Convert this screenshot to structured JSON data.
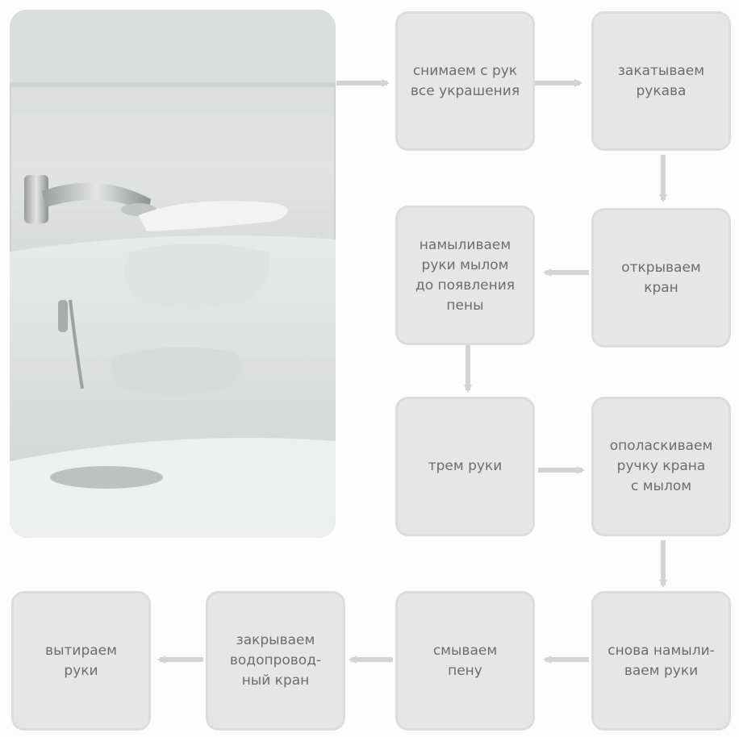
{
  "steps": [
    "снимаем с рук\nвсе украшения",
    "закатываем\nрукава",
    "открываем\nкран",
    "намыливаем\nруки мылом\nдо появления\nпены",
    "трем руки",
    "ополаскиваем\nручку крана\nс мылом",
    "снова намыли-\nваем руки",
    "смываем\nпену",
    "закрываем\nводопровод-\nный кран",
    "вытираем\nруки"
  ],
  "colors": {
    "box_fill": "#e6e6e6",
    "text": "#6d6d6d",
    "arrow": "#d3d3d3"
  }
}
